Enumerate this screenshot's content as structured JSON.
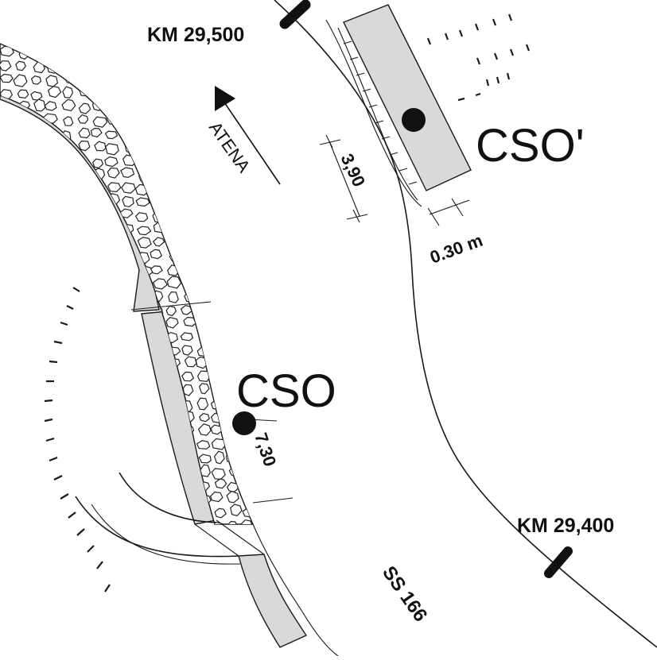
{
  "map": {
    "km_top_label": "KM 29,500",
    "km_bottom_label": "KM 29,400",
    "direction_label": "ATENA",
    "road_label": "SS 166",
    "point_cso_label": "CSO",
    "point_cso_prime_label": "CSO'",
    "dim_3_90": "3,90",
    "dim_0_30": "0.30 m",
    "dim_7_30": "7,30",
    "colors": {
      "ink": "#111111",
      "pavement_grey": "#d9d9d9",
      "background": "#ffffff"
    }
  }
}
